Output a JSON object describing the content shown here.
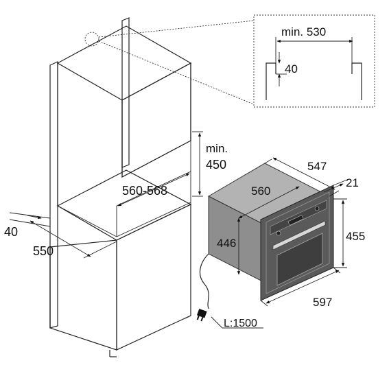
{
  "labels": {
    "min_530": "min. 530",
    "detail_40": "40",
    "min": "min.",
    "min_450": "450",
    "niche_width": "560-568",
    "left_40": "40",
    "depth_550": "550",
    "oven_547": "547",
    "oven_21": "21",
    "oven_560": "560",
    "oven_446": "446",
    "oven_455": "455",
    "oven_597": "597",
    "cable": "L:1500"
  },
  "colors": {
    "oven_body": "#8e8e8e",
    "oven_body_dark": "#6d6d6d",
    "oven_front": "#5a5a5a",
    "line": "#222222"
  },
  "icons": {
    "plug": "plug-icon",
    "detail_circle": "detail-circle-icon"
  }
}
